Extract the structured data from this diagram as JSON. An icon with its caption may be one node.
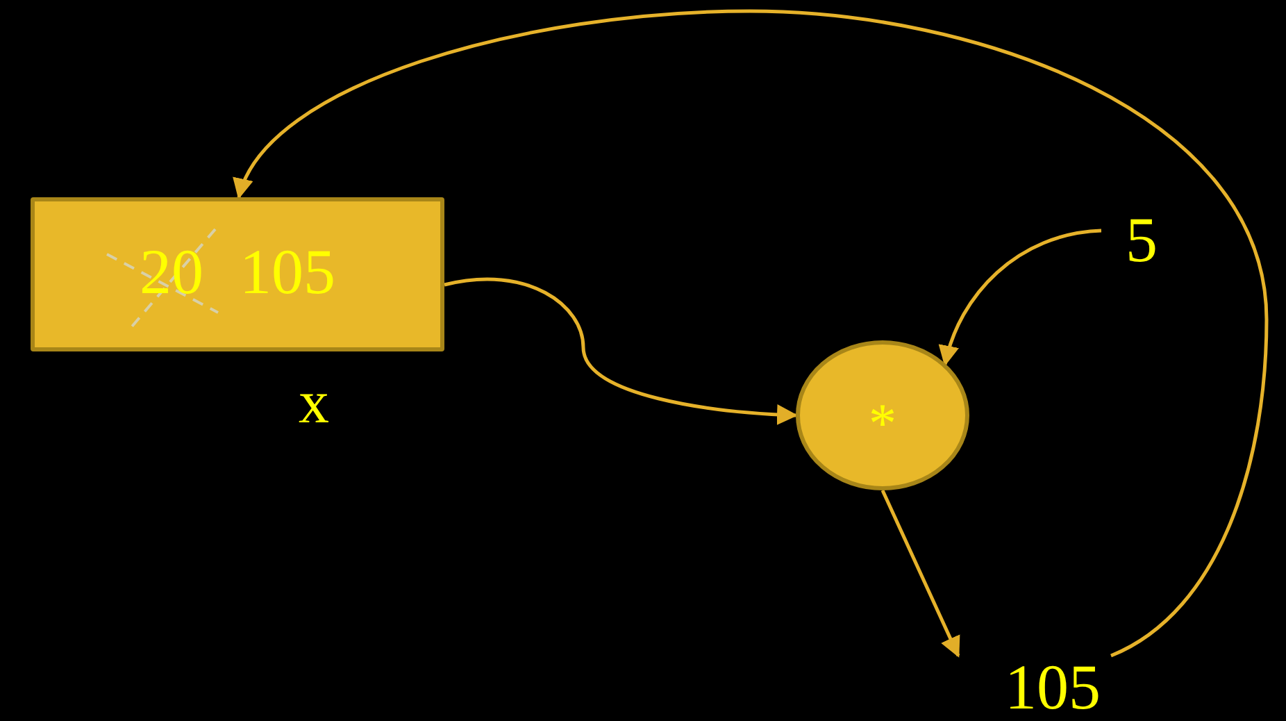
{
  "diagram": {
    "nodes": [
      {
        "text": [
          "20",
          "105"
        ],
        "beside": [
          "x"
        ]
      },
      {
        "text": [
          "*"
        ]
      },
      {
        "text": [
          "5"
        ]
      },
      {
        "text": [
          "105"
        ]
      }
    ],
    "edges": [
      {
        "from": 0,
        "to": 1,
        "arrow": "to"
      },
      {
        "from": 2,
        "to": 1,
        "arrow": "to"
      },
      {
        "from": 1,
        "to": 3,
        "arrow": "to"
      },
      {
        "from": 3,
        "to": 0,
        "arrow": "to"
      }
    ]
  }
}
